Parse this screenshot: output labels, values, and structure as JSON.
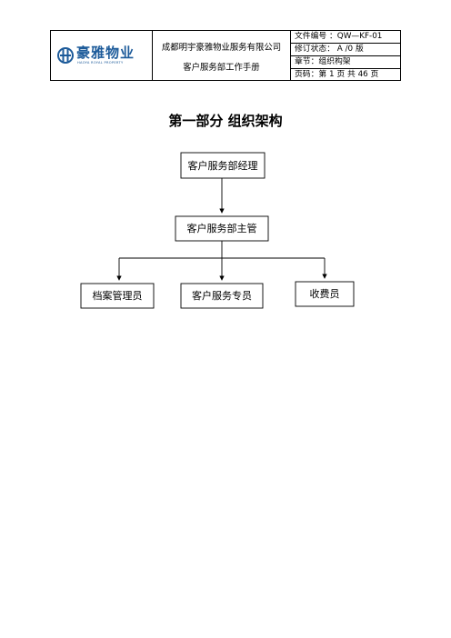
{
  "header": {
    "logo_text": "豪雅物业",
    "logo_subtext": "HAOYA ROYAL PROPERTY",
    "company": "成都明宇豪雅物业服务有限公司",
    "manual": "客户服务部工作手册",
    "doc_no": "文件编号 ：QW—KF-01",
    "revision": "修订状态：  A /0 版",
    "chapter": "章节：组织构架",
    "page": "页码：第 1 页  共 46 页"
  },
  "title": "第一部分   组织架构",
  "org_chart": {
    "manager": "客户服务部经理",
    "supervisor": "客户服务部主管",
    "staff": [
      "档案管理员",
      "客户服务专员",
      "收费员"
    ]
  },
  "colors": {
    "logo_blue": "#1d5b9a"
  }
}
